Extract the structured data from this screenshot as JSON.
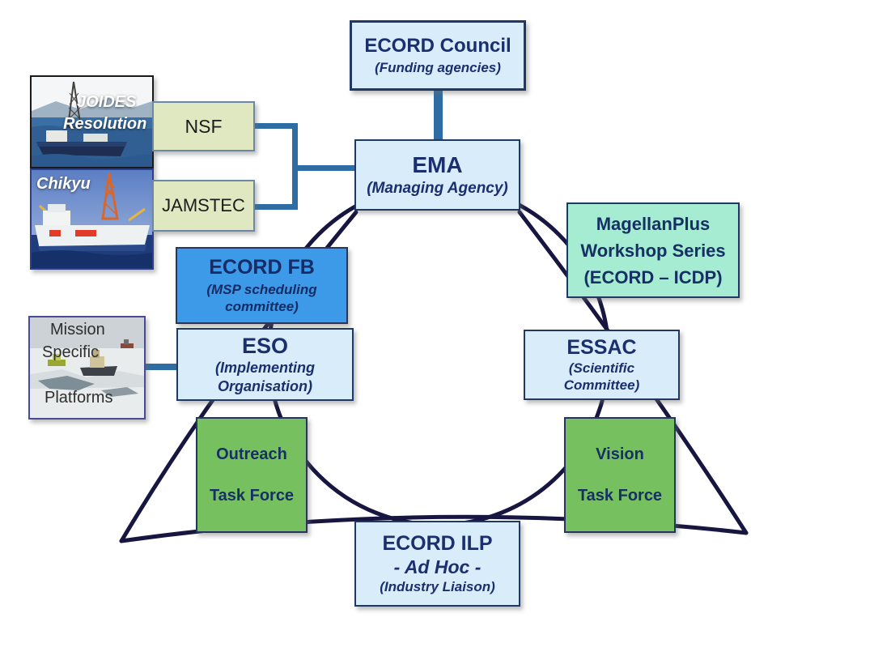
{
  "diagram": {
    "nodes": {
      "council": {
        "title": "ECORD Council",
        "subtitle": "(Funding agencies)"
      },
      "ema": {
        "title": "EMA",
        "subtitle": "(Managing Agency)"
      },
      "nsf": {
        "label": "NSF"
      },
      "jamstec": {
        "label": "JAMSTEC"
      },
      "ecord_fb": {
        "title": "ECORD FB",
        "sub1": "(MSP scheduling",
        "sub2": "committee)"
      },
      "eso": {
        "title": "ESO",
        "sub1": "(Implementing",
        "sub2": "Organisation)"
      },
      "magellan": {
        "line1": "MagellanPlus",
        "line2": "Workshop Series",
        "line3": "(ECORD – ICDP)"
      },
      "essac": {
        "title": "ESSAC",
        "sub1": "(Scientific",
        "sub2": "Committee)"
      },
      "outreach": {
        "line1": "Outreach",
        "line2": "Task Force"
      },
      "vision": {
        "line1": "Vision",
        "line2": "Task Force"
      },
      "ilp": {
        "title": "ECORD ILP",
        "sub1": "- Ad Hoc -",
        "sub2": "(Industry Liaison)"
      }
    },
    "images": {
      "joides": {
        "cap1": "JOIDES",
        "cap2": "Resolution"
      },
      "chikyu": {
        "cap": "Chikyu"
      },
      "msp": {
        "cap1": "Mission",
        "cap2": "Specific",
        "cap3": "Platforms"
      }
    },
    "colors": {
      "light_blue_fill": "#d8edf9",
      "bright_blue_fill": "#3d9ae8",
      "green_fill": "#76c05f",
      "mint_fill": "#a5ecd2",
      "pale_green_fill": "#e0e8c1",
      "navy_border": "#1f3864",
      "navy_text": "#1b2f6e",
      "wire_navy": "#161640",
      "connector_steel": "#2e6da4"
    }
  }
}
